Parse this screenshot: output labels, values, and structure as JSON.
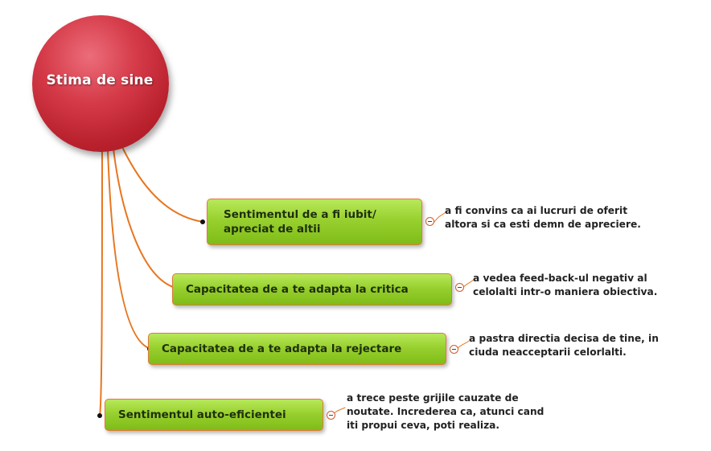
{
  "root": {
    "title": "Stima de sine"
  },
  "branches": [
    {
      "label_lines": [
        "Sentimentul de a fi iubit/",
        "apreciat de altii"
      ],
      "note": "a fi convins ca ai lucruri de oferit\naltora si ca esti demn de apreciere."
    },
    {
      "label_lines": [
        "Capacitatea de a te adapta la critica"
      ],
      "note": "a vedea feed-back-ul negativ al\ncelolalti intr-o maniera obiectiva."
    },
    {
      "label_lines": [
        "Capacitatea de a te adapta la rejectare"
      ],
      "note": "a pastra directia decisa de tine, in\nciuda neacceptarii celorlalti."
    },
    {
      "label_lines": [
        "Sentimentul auto-eficientei"
      ],
      "note": "a trece peste grijile cauzate de\nnoutate. Increderea ca, atunci cand\niti propui ceva, poti realiza."
    }
  ],
  "colors": {
    "root": "#c62a37",
    "node": "#98d12f",
    "connector": "#e8761f"
  }
}
